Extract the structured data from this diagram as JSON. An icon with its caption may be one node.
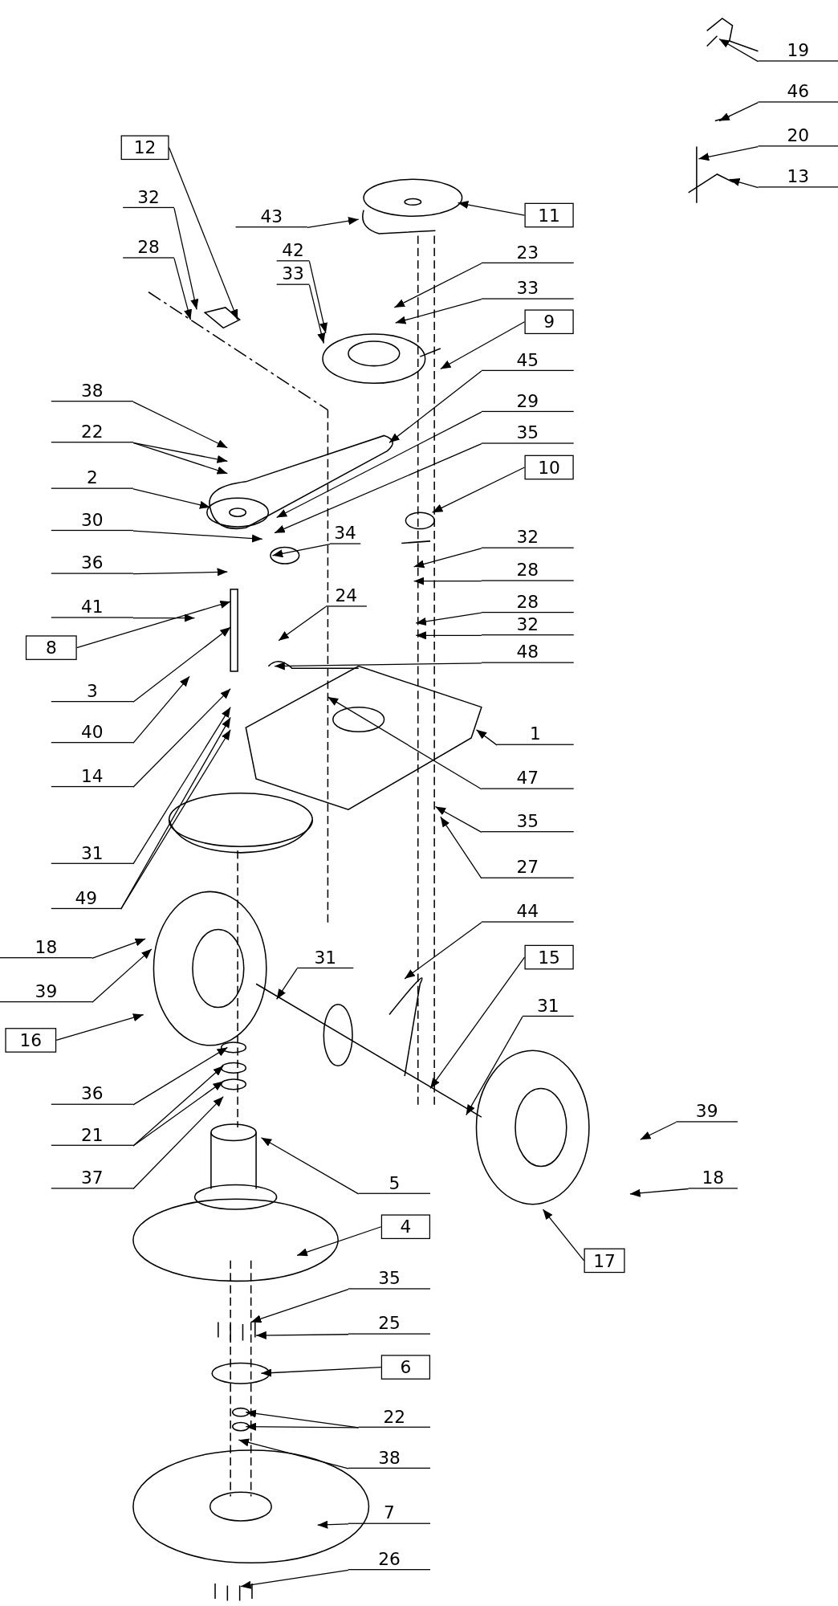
{
  "diagram": {
    "nodes": [
      {
        "text": [
          "19"
        ]
      },
      {
        "text": [
          "46"
        ]
      },
      {
        "text": [
          "20"
        ]
      },
      {
        "text": [
          "12"
        ]
      },
      {
        "text": [
          "13"
        ]
      },
      {
        "text": [
          "32"
        ]
      },
      {
        "text": [
          "11"
        ]
      },
      {
        "text": [
          "43"
        ]
      },
      {
        "text": [
          "28"
        ]
      },
      {
        "text": [
          "42"
        ]
      },
      {
        "text": [
          "23"
        ]
      },
      {
        "text": [
          "33"
        ]
      },
      {
        "text": [
          "33"
        ]
      },
      {
        "text": [
          "9"
        ]
      },
      {
        "text": [
          "45"
        ]
      },
      {
        "text": [
          "38"
        ]
      },
      {
        "text": [
          "29"
        ]
      },
      {
        "text": [
          "22"
        ]
      },
      {
        "text": [
          "35"
        ]
      },
      {
        "text": [
          "10"
        ]
      },
      {
        "text": [
          "2"
        ]
      },
      {
        "text": [
          "30"
        ]
      },
      {
        "text": [
          "34"
        ]
      },
      {
        "text": [
          "32"
        ]
      },
      {
        "text": [
          "36"
        ]
      },
      {
        "text": [
          "28"
        ]
      },
      {
        "text": [
          "24"
        ]
      },
      {
        "text": [
          "28"
        ]
      },
      {
        "text": [
          "32"
        ]
      },
      {
        "text": [
          "41"
        ]
      },
      {
        "text": [
          "8"
        ]
      },
      {
        "text": [
          "48"
        ]
      },
      {
        "text": [
          "3"
        ]
      },
      {
        "text": [
          "1"
        ]
      },
      {
        "text": [
          "40"
        ]
      },
      {
        "text": [
          "14"
        ]
      },
      {
        "text": [
          "47"
        ]
      },
      {
        "text": [
          "35"
        ]
      },
      {
        "text": [
          "31"
        ]
      },
      {
        "text": [
          "27"
        ]
      },
      {
        "text": [
          "49"
        ]
      },
      {
        "text": [
          "44"
        ]
      },
      {
        "text": [
          "18"
        ]
      },
      {
        "text": [
          "15"
        ]
      },
      {
        "text": [
          "31"
        ]
      },
      {
        "text": [
          "39"
        ]
      },
      {
        "text": [
          "31"
        ]
      },
      {
        "text": [
          "16"
        ]
      },
      {
        "text": [
          "36"
        ]
      },
      {
        "text": [
          "21"
        ]
      },
      {
        "text": [
          "39"
        ]
      },
      {
        "text": [
          "37"
        ]
      },
      {
        "text": [
          "18"
        ]
      },
      {
        "text": [
          "5"
        ]
      },
      {
        "text": [
          "4"
        ]
      },
      {
        "text": [
          "17"
        ]
      },
      {
        "text": [
          "35"
        ]
      },
      {
        "text": [
          "25"
        ]
      },
      {
        "text": [
          "6"
        ]
      },
      {
        "text": [
          "22"
        ]
      },
      {
        "text": [
          "38"
        ]
      },
      {
        "text": [
          "7"
        ]
      },
      {
        "text": [
          "26"
        ]
      }
    ],
    "edges": [
      {
        "from": 0,
        "to": null,
        "arrow": "to"
      },
      {
        "from": 1,
        "to": null,
        "arrow": "to"
      },
      {
        "from": 2,
        "to": null,
        "arrow": "to"
      },
      {
        "from": 3,
        "to": null,
        "arrow": "to"
      },
      {
        "from": 4,
        "to": null,
        "arrow": "to"
      },
      {
        "from": 5,
        "to": null,
        "arrow": "to"
      },
      {
        "from": 6,
        "to": null,
        "arrow": "to"
      },
      {
        "from": 7,
        "to": null,
        "arrow": "to"
      },
      {
        "from": 8,
        "to": null,
        "arrow": "to"
      },
      {
        "from": 9,
        "to": null,
        "arrow": "to"
      },
      {
        "from": 10,
        "to": null,
        "arrow": "to"
      },
      {
        "from": 11,
        "to": null,
        "arrow": "to"
      },
      {
        "from": 12,
        "to": null,
        "arrow": "to"
      },
      {
        "from": 13,
        "to": null,
        "arrow": "to"
      },
      {
        "from": 14,
        "to": null,
        "arrow": "to"
      },
      {
        "from": 15,
        "to": null,
        "arrow": "to"
      },
      {
        "from": 16,
        "to": null,
        "arrow": "to"
      },
      {
        "from": 17,
        "to": null,
        "arrow": "to"
      },
      {
        "from": 17,
        "to": null,
        "arrow": "to"
      },
      {
        "from": 18,
        "to": null,
        "arrow": "to"
      },
      {
        "from": 19,
        "to": null,
        "arrow": "to"
      },
      {
        "from": 20,
        "to": null,
        "arrow": "to"
      },
      {
        "from": 21,
        "to": null,
        "arrow": "to"
      },
      {
        "from": 22,
        "to": null,
        "arrow": "to"
      },
      {
        "from": 23,
        "to": null,
        "arrow": "to"
      },
      {
        "from": 24,
        "to": null,
        "arrow": "to"
      },
      {
        "from": 25,
        "to": null,
        "arrow": "to"
      },
      {
        "from": 26,
        "to": null,
        "arrow": "to"
      },
      {
        "from": 27,
        "to": null,
        "arrow": "to"
      },
      {
        "from": 28,
        "to": null,
        "arrow": "to"
      },
      {
        "from": 29,
        "to": null,
        "arrow": "to"
      },
      {
        "from": 30,
        "to": null,
        "arrow": "to"
      },
      {
        "from": 31,
        "to": null,
        "arrow": "to"
      },
      {
        "from": 32,
        "to": null,
        "arrow": "to"
      },
      {
        "from": 33,
        "to": null,
        "arrow": "to"
      },
      {
        "from": 34,
        "to": null,
        "arrow": "to"
      },
      {
        "from": 35,
        "to": null,
        "arrow": "to"
      },
      {
        "from": 36,
        "to": null,
        "arrow": "to"
      },
      {
        "from": 37,
        "to": null,
        "arrow": "to"
      },
      {
        "from": 38,
        "to": null,
        "arrow": "to"
      },
      {
        "from": 39,
        "to": null,
        "arrow": "to"
      },
      {
        "from": 40,
        "to": null,
        "arrow": "to"
      },
      {
        "from": 40,
        "to": null,
        "arrow": "to"
      },
      {
        "from": 41,
        "to": null,
        "arrow": "to"
      },
      {
        "from": 42,
        "to": null,
        "arrow": "to"
      },
      {
        "from": 43,
        "to": null,
        "arrow": "to"
      },
      {
        "from": 44,
        "to": null,
        "arrow": "to"
      },
      {
        "from": 45,
        "to": null,
        "arrow": "to"
      },
      {
        "from": 46,
        "to": null,
        "arrow": "to"
      },
      {
        "from": 47,
        "to": null,
        "arrow": "to"
      },
      {
        "from": 48,
        "to": null,
        "arrow": "to"
      },
      {
        "from": 49,
        "to": null,
        "arrow": "to"
      },
      {
        "from": 49,
        "to": null,
        "arrow": "to"
      },
      {
        "from": 50,
        "to": null,
        "arrow": "to"
      },
      {
        "from": 51,
        "to": null,
        "arrow": "to"
      },
      {
        "from": 52,
        "to": null,
        "arrow": "to"
      },
      {
        "from": 53,
        "to": null,
        "arrow": "to"
      },
      {
        "from": 54,
        "to": null,
        "arrow": "to"
      },
      {
        "from": 55,
        "to": null,
        "arrow": "to"
      },
      {
        "from": 56,
        "to": null,
        "arrow": "to"
      },
      {
        "from": 57,
        "to": null,
        "arrow": "to"
      },
      {
        "from": 58,
        "to": null,
        "arrow": "to"
      },
      {
        "from": 59,
        "to": null,
        "arrow": "to"
      },
      {
        "from": 59,
        "to": null,
        "arrow": "to"
      },
      {
        "from": 60,
        "to": null,
        "arrow": "to"
      },
      {
        "from": 61,
        "to": null,
        "arrow": "to"
      },
      {
        "from": 62,
        "to": null,
        "arrow": "to"
      }
    ]
  }
}
